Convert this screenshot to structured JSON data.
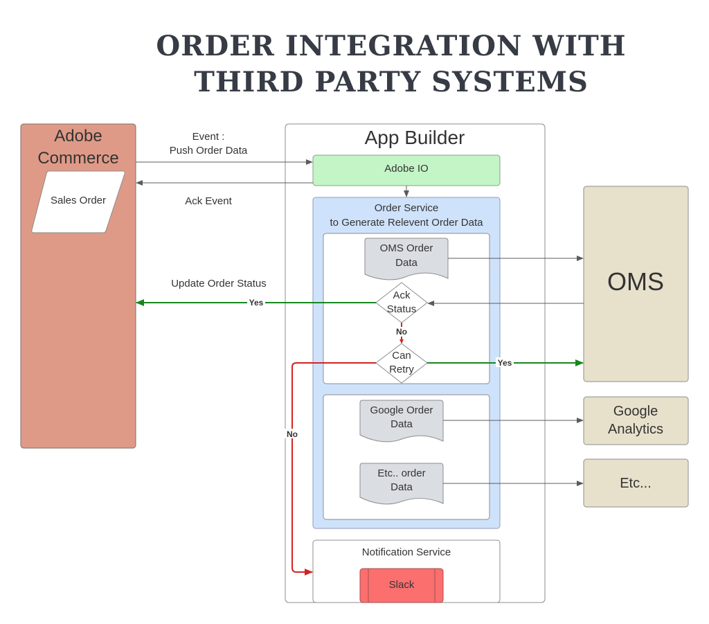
{
  "title": {
    "line1": "ORDER INTEGRATION WITH",
    "line2": "THIRD PARTY SYSTEMS"
  },
  "colors": {
    "adobe_commerce_fill": "#df9a87",
    "adobe_io_fill": "#c3f5c6",
    "order_service_fill": "#cfe2fb",
    "document_fill": "#dadde2",
    "external_fill": "#e7e1cb",
    "slack_fill": "#fc6f6f",
    "yes_line": "#16861f",
    "no_line": "#d22323",
    "neutral_line": "#5b5b5b"
  },
  "nodes": {
    "adobe_commerce": {
      "label_line1": "Adobe",
      "label_line2": "Commerce"
    },
    "sales_order": {
      "label": "Sales Order"
    },
    "app_builder": {
      "label": "App Builder"
    },
    "adobe_io": {
      "label": "Adobe IO"
    },
    "order_service": {
      "label_line1": "Order Service",
      "label_line2": "to Generate Relevent Order Data"
    },
    "oms_order_data": {
      "label_line1": "OMS Order",
      "label_line2": "Data"
    },
    "ack_status": {
      "label_line1": "Ack",
      "label_line2": "Status"
    },
    "can_retry": {
      "label_line1": "Can",
      "label_line2": "Retry"
    },
    "google_order_data": {
      "label_line1": "Google Order",
      "label_line2": "Data"
    },
    "etc_order_data": {
      "label_line1": "Etc.. order",
      "label_line2": "Data"
    },
    "notification_service": {
      "label": "Notification Service"
    },
    "slack": {
      "label": "Slack"
    },
    "oms": {
      "label": "OMS"
    },
    "google_analytics": {
      "label_line1": "Google",
      "label_line2": "Analytics"
    },
    "etc_system": {
      "label": "Etc..."
    }
  },
  "edges": {
    "push_event": {
      "label_line1": "Event :",
      "label_line2": "Push Order Data"
    },
    "ack_event": {
      "label": "Ack Event"
    },
    "update_order_status": {
      "label": "Update Order Status"
    },
    "ack_yes": {
      "label": "Yes"
    },
    "ack_no": {
      "label": "No"
    },
    "retry_yes": {
      "label": "Yes"
    },
    "retry_no": {
      "label": "No"
    }
  }
}
